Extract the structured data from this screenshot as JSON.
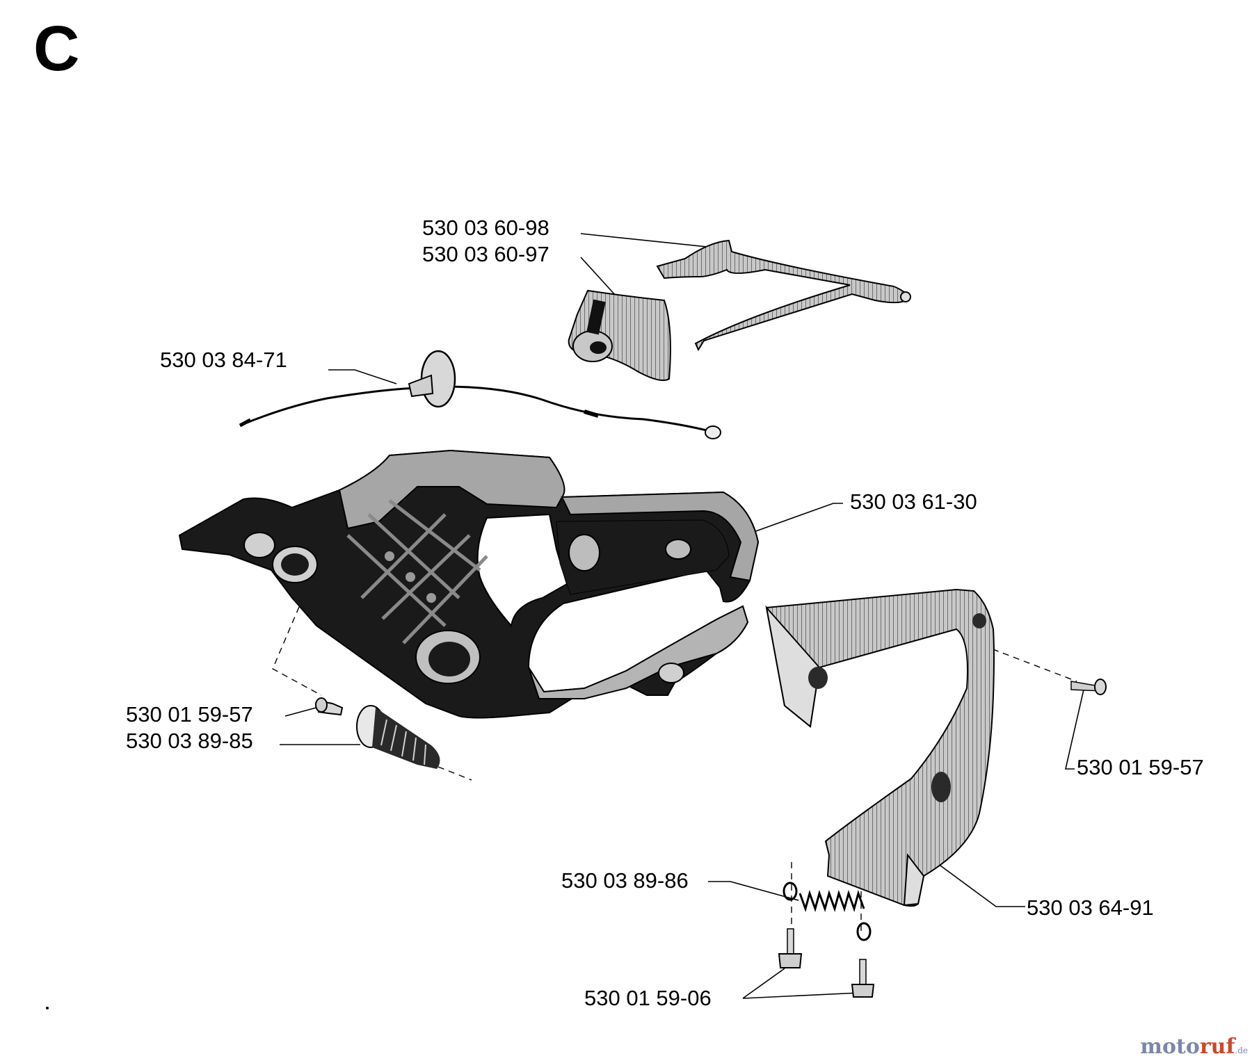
{
  "section_letter": "C",
  "part_labels": [
    "530 03 60-98",
    "530 03 60-97",
    "530 03 84-71",
    "530 03 61-30",
    "530 01 59-57",
    "530 03 89-85",
    "530 01 59-57",
    "530 03 64-91",
    "530 03 89-86",
    "530 01 59-06"
  ],
  "watermark": {
    "part_a": "moto",
    "part_b": "ruf",
    "part_c": ".de"
  },
  "colors": {
    "line": "#000000",
    "part_fill": "#b8b8b8",
    "part_dark": "#1a1a1a",
    "watermark_blue": "#7b87a8",
    "watermark_red": "#c9492c"
  }
}
